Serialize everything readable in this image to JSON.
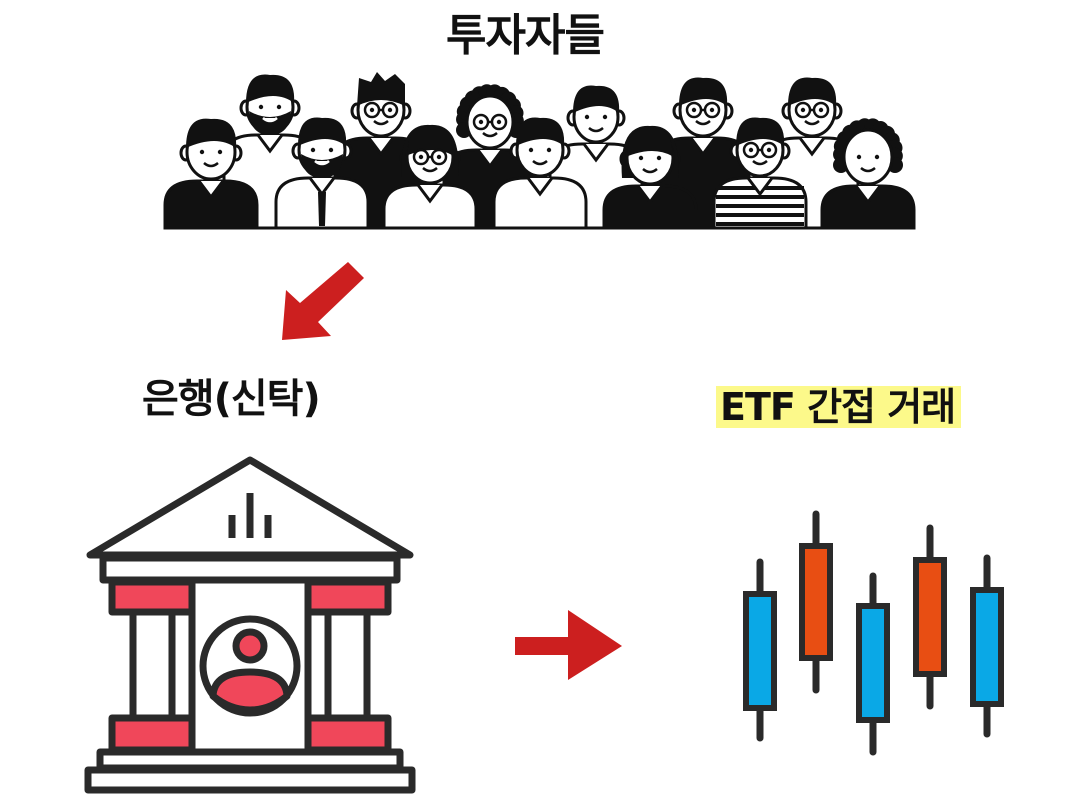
{
  "labels": {
    "investors": "투자자들",
    "bank": "은행(신탁)",
    "etf": "ETF 간접 거래"
  },
  "colors": {
    "arrow": "#cc1f1f",
    "bank_accent": "#f0475a",
    "candle_up": "#0aa8e6",
    "candle_down": "#e84e13",
    "highlight": "#fcf98a",
    "outline": "#2a2a2a"
  },
  "icons": {
    "investors": "crowd-of-people-icon",
    "bank": "bank-building-icon",
    "chart": "candlestick-chart-icon"
  }
}
